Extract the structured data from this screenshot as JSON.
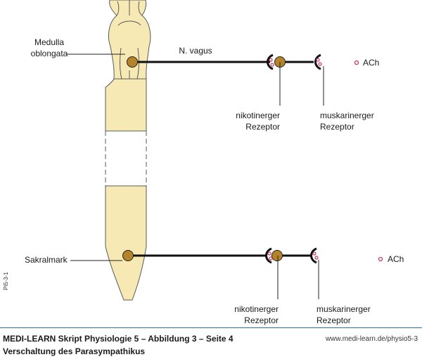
{
  "labels": {
    "medulla_line1": "Medulla",
    "medulla_line2": "oblongata",
    "vagus": "N. vagus",
    "sakralmark": "Sakralmark",
    "ach": "ACh",
    "nikotinerger": "nikotinerger",
    "muskarinerger": "muskarinerger",
    "rezeptor": "Rezeptor",
    "side_code": "Pi5-3-1"
  },
  "footer": {
    "caption": "MEDI-LEARN Skript Physiologie 5 – Abbildung 3 – Seite 4",
    "url": "www.medi-learn.de/physio5-3",
    "subtitle": "Verschaltung des Parasympathikus"
  },
  "colors": {
    "cord_fill": "#f7e9b4",
    "cord_stroke": "#5a5a5a",
    "neuron": "#b5832a",
    "ach_dot": "#c8336e",
    "footer_rule": "#2f6fa8"
  }
}
